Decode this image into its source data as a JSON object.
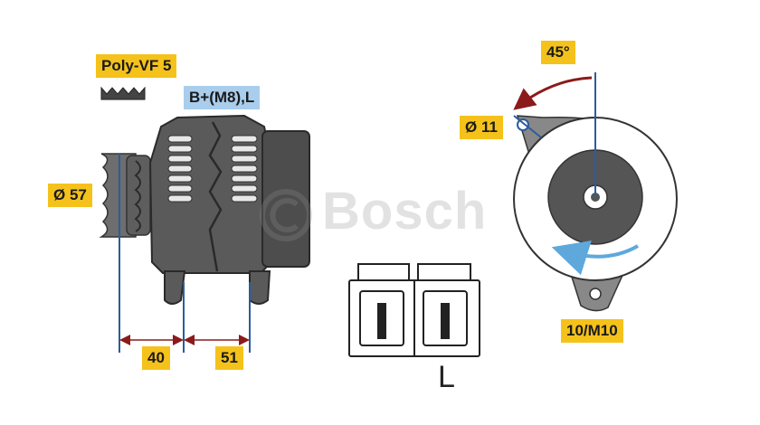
{
  "labels": {
    "belt": "Poly-VF 5",
    "terminal": "B+(M8),L",
    "pulley_diameter": "Ø 57",
    "dim_1": "40",
    "dim_2": "51",
    "hole_diameter": "Ø 11",
    "angle": "45°",
    "mount": "10/M10",
    "plug_terminal": "L"
  },
  "watermark": "Bosch",
  "colors": {
    "label_yellow": "#f5c21b",
    "label_blue": "#a9cdec",
    "dimension_red": "#8b1a1a",
    "guide_blue": "#2b5c9e",
    "body_gray": "#5a5a5a",
    "rotation_arrow": "#5fa8dc"
  }
}
